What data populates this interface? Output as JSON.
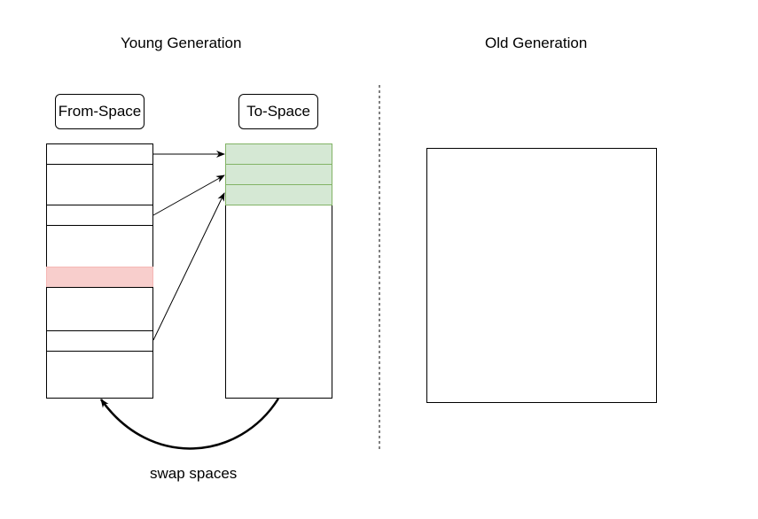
{
  "young_generation": {
    "title": "Young Generation",
    "from_space_label": "From-Space",
    "to_space_label": "To-Space"
  },
  "old_generation": {
    "title": "Old Generation"
  },
  "swap_label": "swap spaces",
  "colors": {
    "live_object_fill": "#d5e8d4",
    "live_object_border": "#82b366",
    "dead_object_fill": "#f8cecc",
    "dead_object_border": "#f5b7b5",
    "line": "#000000"
  }
}
